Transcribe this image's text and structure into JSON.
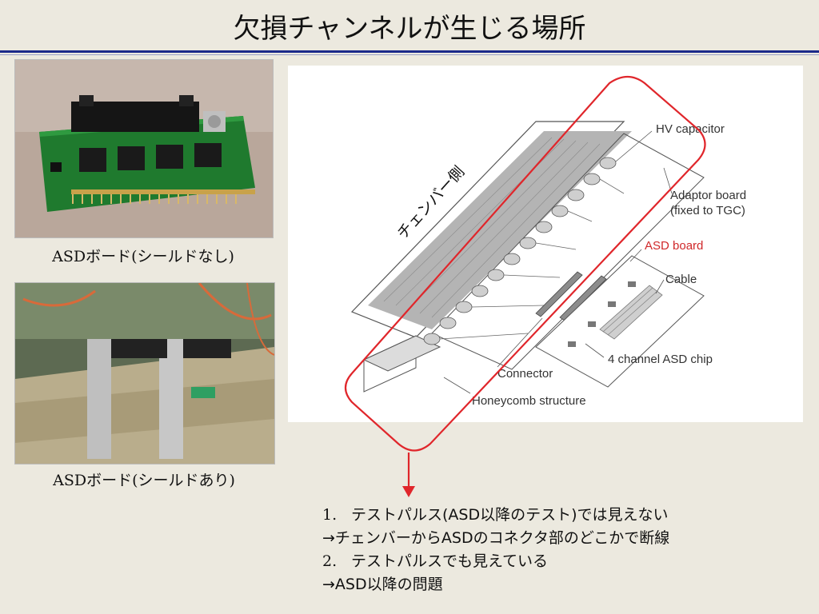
{
  "slide": {
    "title": "欠損チャンネルが生じる場所"
  },
  "photos": [
    {
      "caption": "ASDボード(シールドなし)"
    },
    {
      "caption": "ASDボード(シールドあり)"
    }
  ],
  "diagram": {
    "labels": {
      "hv_capacitor": "HV capacitor",
      "adaptor_board_1": "Adaptor board",
      "adaptor_board_2": "(fixed to TGC)",
      "asd_board": "ASD board",
      "cable": "Cable",
      "asd_chip": "4 channel ASD chip",
      "connector": "Connector",
      "honeycomb": "Honeycomb structure"
    },
    "chamber_side_label": "チェンバー側"
  },
  "conclusions": [
    {
      "number": "1.",
      "text": "テストパルス(ASD以降のテスト)では見えない"
    },
    {
      "number": "",
      "text": "→チェンバーからASDのコネクタ部のどこかで断線"
    },
    {
      "number": "2.",
      "text": "テストパルスでも見えている"
    },
    {
      "number": "",
      "text": "→ASD以降の問題"
    }
  ],
  "colors": {
    "title_rule": "#1b2a8a",
    "highlight": "#e0262b",
    "pcb_green": "#1f7a2e",
    "background": "#ece9df"
  }
}
